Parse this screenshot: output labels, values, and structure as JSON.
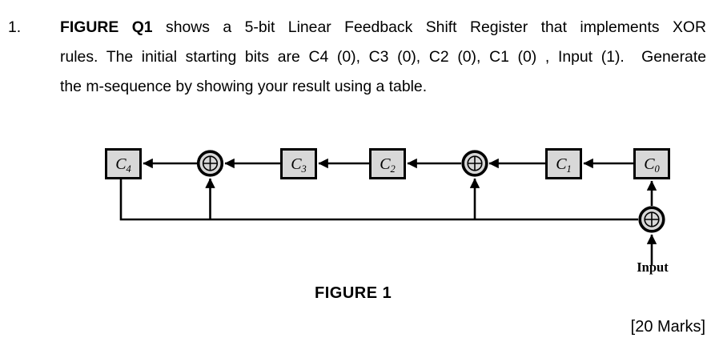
{
  "question": {
    "number": "1.",
    "lines": [
      {
        "bold": "FIGURE Q1",
        "text": " shows a 5-bit Linear Feedback Shift Register that implements XOR"
      },
      {
        "bold": "",
        "text": "rules. The initial starting bits are C4 (0), C3 (0), C2 (0), C1 (0) , Input (1).  Generate"
      },
      {
        "bold": "",
        "text": "the m-sequence by showing your result using a table."
      }
    ]
  },
  "diagram": {
    "registers": [
      {
        "base": "C",
        "sub": "4"
      },
      {
        "base": "C",
        "sub": "3"
      },
      {
        "base": "C",
        "sub": "2"
      },
      {
        "base": "C",
        "sub": "1"
      },
      {
        "base": "C",
        "sub": "0"
      }
    ],
    "xor_gate_symbol": "⊕",
    "input_label": "Input",
    "colors": {
      "box_fill": "#d8d8d8",
      "line": "#000000",
      "background": "#ffffff"
    }
  },
  "caption": "FIGURE 1",
  "marks": "[20 Marks]"
}
